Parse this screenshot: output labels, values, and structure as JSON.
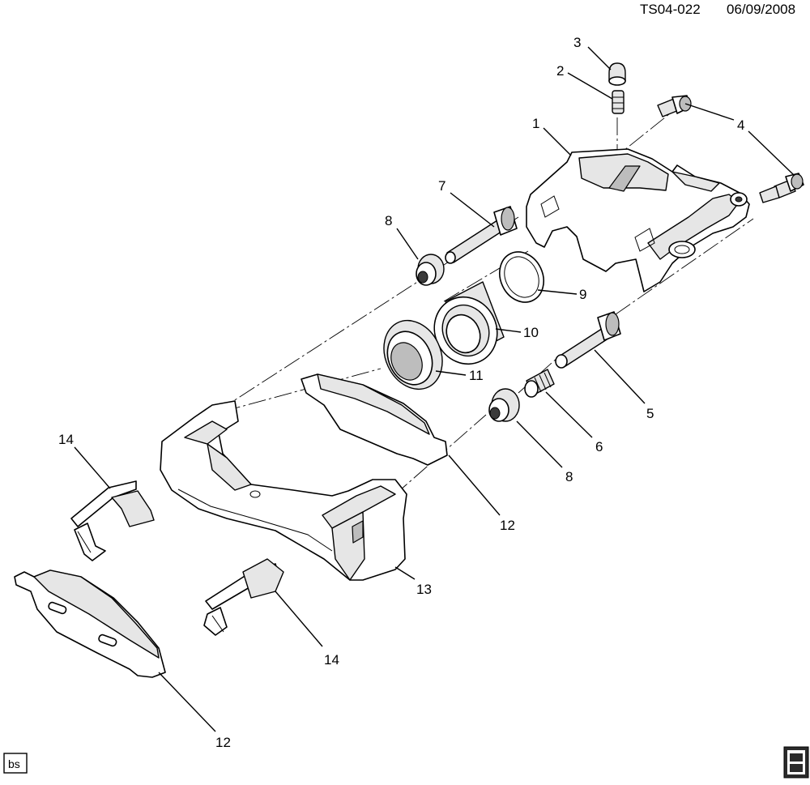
{
  "header": {
    "code": "TS04-022",
    "date": "06/09/2008"
  },
  "callouts": {
    "c1": "1",
    "c2": "2",
    "c3": "3",
    "c4": "4",
    "c5": "5",
    "c6": "6",
    "c7": "7",
    "c8a": "8",
    "c8b": "8",
    "c9": "9",
    "c10": "10",
    "c11": "11",
    "c12a": "12",
    "c12b": "12",
    "c13": "13",
    "c14a": "14",
    "c14b": "14"
  },
  "footer": {
    "left_badge": "bs"
  }
}
